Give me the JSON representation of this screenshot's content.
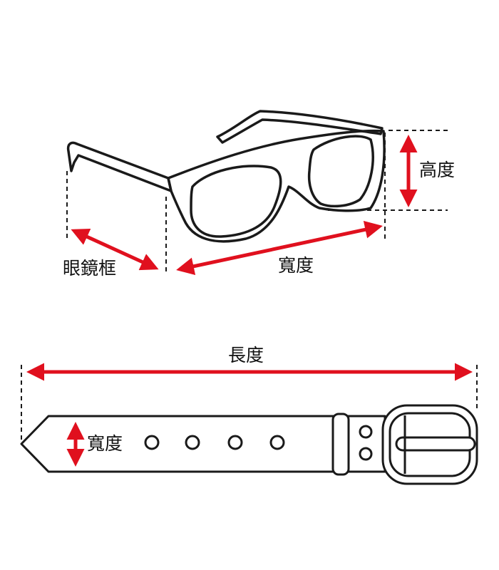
{
  "glasses": {
    "labels": {
      "height": "高度",
      "temple": "眼鏡框",
      "width": "寬度"
    }
  },
  "belt": {
    "labels": {
      "length": "長度",
      "width": "寬度"
    },
    "hole_count": 4,
    "rivet_count": 2
  },
  "colors": {
    "line": "#1a1a1a",
    "dim_arrow": "#e0101e",
    "dashed_guide": "#1a1a1a",
    "background": "#ffffff"
  }
}
